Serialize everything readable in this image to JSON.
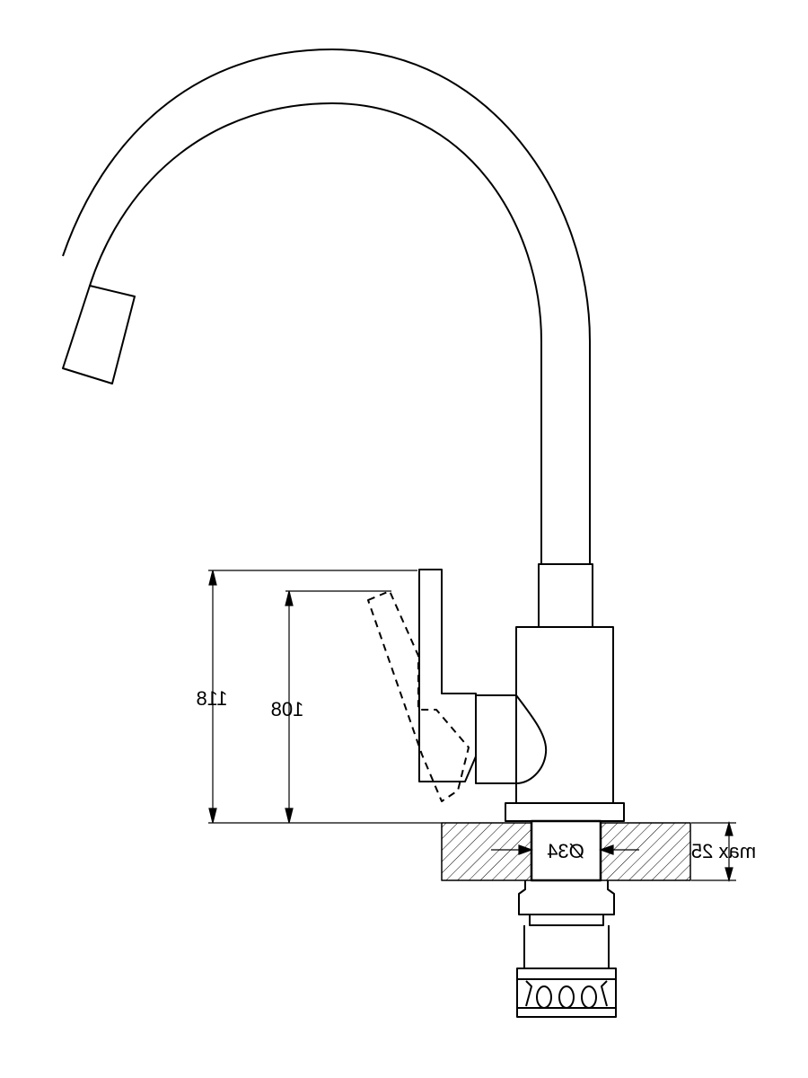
{
  "drawing": {
    "stroke_color": "#000000",
    "background": "#ffffff"
  },
  "dimensions": {
    "lever_open_height": "118",
    "lever_closed_height": "108",
    "hole_diameter": "Ø34",
    "max_counter_thickness": "max 25"
  }
}
